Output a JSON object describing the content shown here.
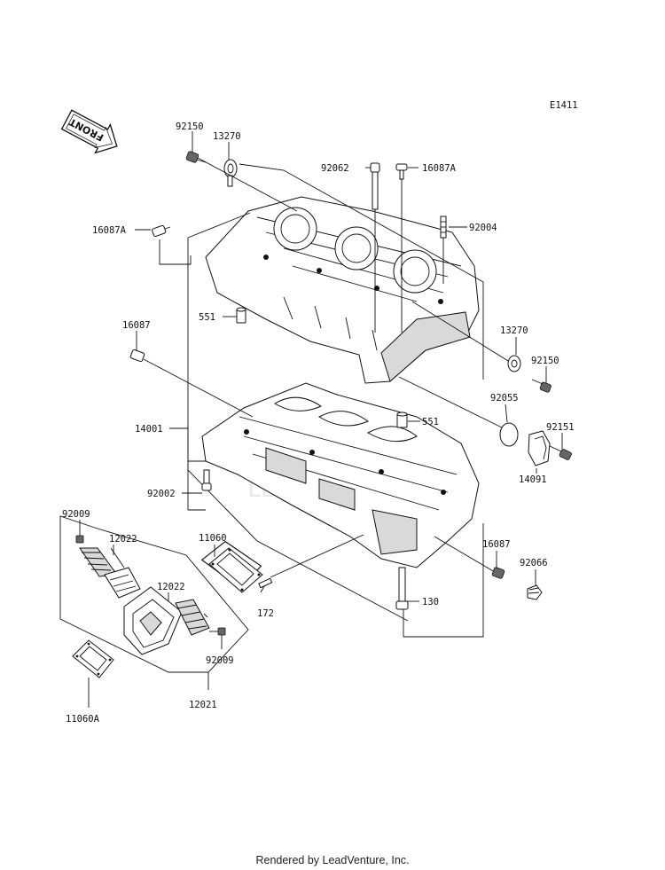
{
  "diagram_id": "E1411",
  "front_label": "FRONT",
  "watermark": "LEADVENTURE",
  "footer": "Rendered by LeadVenture, Inc.",
  "parts": {
    "p92150_top": "92150",
    "p13270_top": "13270",
    "p92062": "92062",
    "p16087A_top": "16087A",
    "p16087A_left": "16087A",
    "p92004": "92004",
    "p551_top": "551",
    "p16087_left": "16087",
    "p13270_right": "13270",
    "p92150_right": "92150",
    "p92055": "92055",
    "p551_mid": "551",
    "p92151": "92151",
    "p14001": "14001",
    "p14091": "14091",
    "p92002": "92002",
    "p92009_top": "92009",
    "p12022_top": "12022",
    "p11060": "11060",
    "p16087_right": "16087",
    "p92066": "92066",
    "p12022_mid": "12022",
    "p172": "172",
    "p130": "130",
    "p92009_bottom": "92009",
    "p12021": "12021",
    "p11060A": "11060A"
  }
}
